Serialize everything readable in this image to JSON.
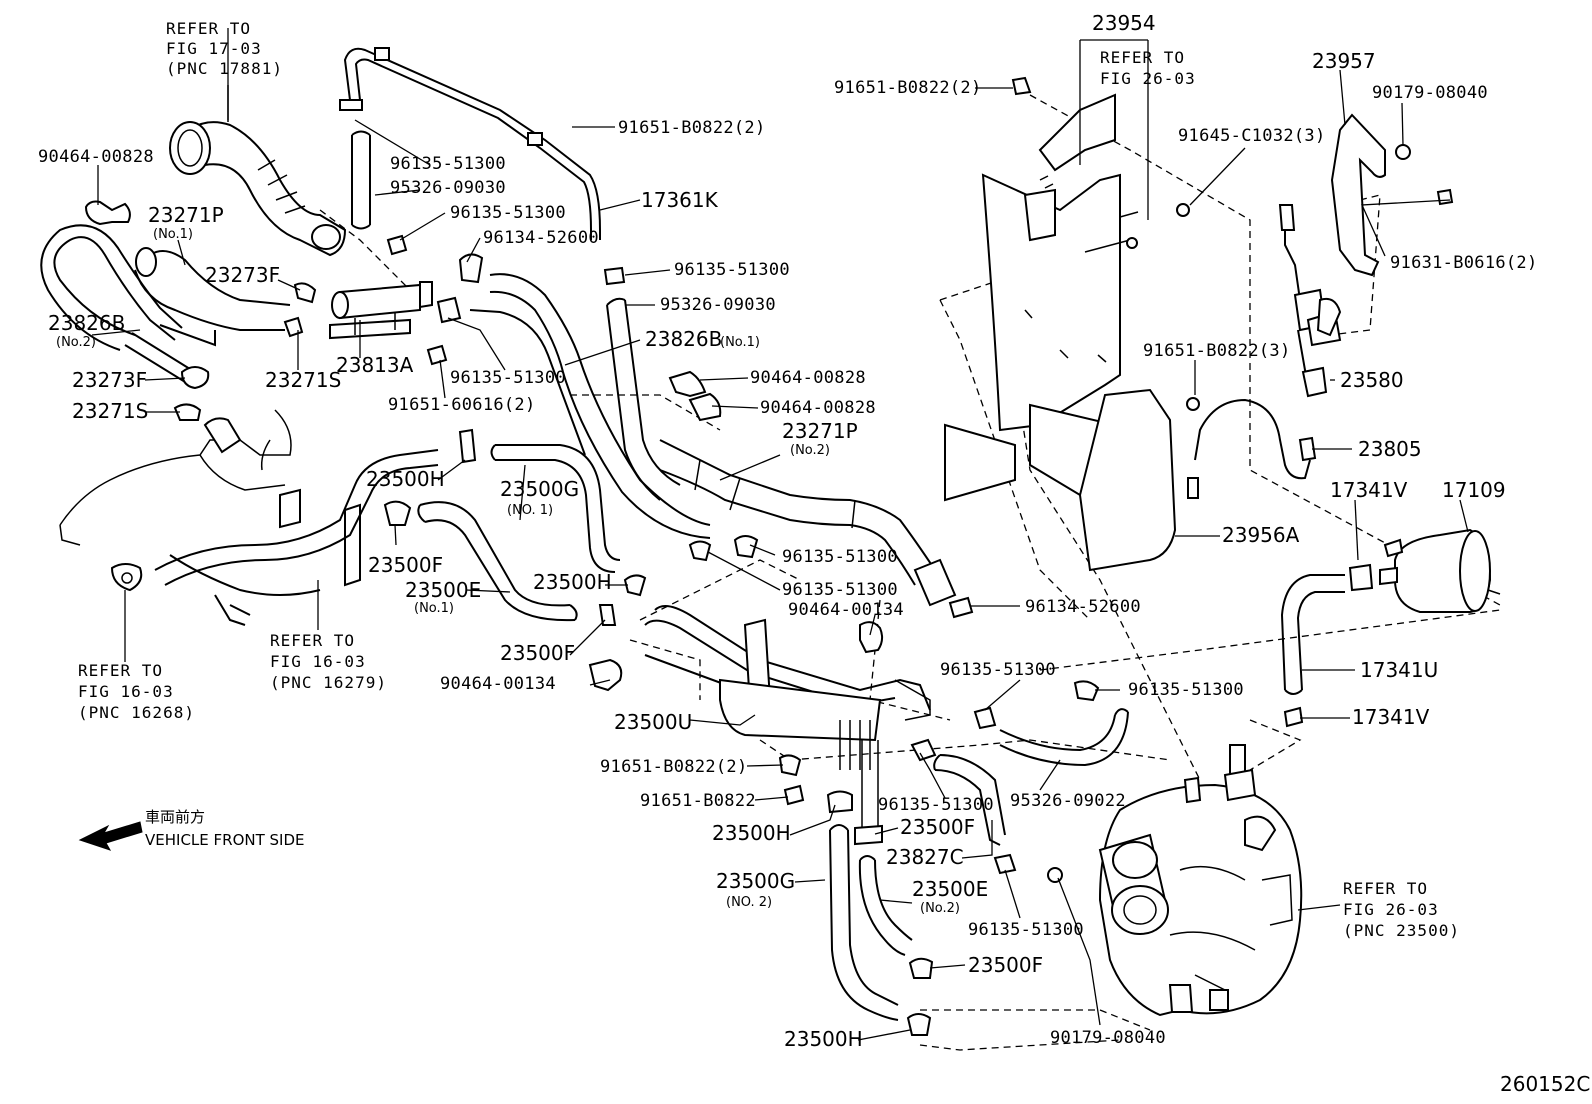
{
  "diagram": {
    "code": "260152C",
    "front": {
      "jp": "車両前方",
      "en": "VEHICLE FRONT SIDE"
    },
    "refs": {
      "r1": [
        "REFER TO",
        "FIG 17-03",
        "(PNC 17881)"
      ],
      "r2": [
        "REFER TO",
        "FIG 26-03"
      ],
      "r3": [
        "REFER TO",
        "FIG 16-03",
        "(PNC 16279)"
      ],
      "r4": [
        "REFER TO",
        "FIG 16-03",
        "(PNC 16268)"
      ],
      "r5": [
        "REFER TO",
        "FIG 26-03",
        "(PNC 23500)"
      ]
    },
    "parts": {
      "p23954": "23954",
      "p23957": "23957",
      "p91651_b0822_2_top": "91651-B0822(2)",
      "p91651_b0822_2_mid": "91651-B0822(2)",
      "p90179_08040_top": "90179-08040",
      "p91645_c1032_3": "91645-C1032(3)",
      "p91631_b0616_2": "91631-B0616(2)",
      "p91651_b0822_3": "91651-B0822(3)",
      "p23580": "23580",
      "p23805": "23805",
      "p17341v_top": "17341V",
      "p17109": "17109",
      "p23956a": "23956A",
      "p96134_52600_r": "96134-52600",
      "p17341u": "17341U",
      "p17341v_bot": "17341V",
      "p96135_51300_r1": "96135-51300",
      "p96135_51300_r2": "96135-51300",
      "p95326_09022": "95326-09022",
      "p90179_08040_bot": "90179-08040",
      "p96135_51300_top": "96135-51300",
      "p95326_09030_top": "95326-09030",
      "p96135_51300_top2": "96135-51300",
      "p96134_52600_top": "96134-52600",
      "p17361k": "17361K",
      "p96135_51300_m1": "96135-51300",
      "p95326_09030_m": "95326-09030",
      "p23826b_no1": "23826B",
      "p23826b_no1_sub": "(No.1)",
      "p96135_51300_m2": "96135-51300",
      "p91651_60616_2": "91651-60616(2)",
      "p90464_00828_m1": "90464-00828",
      "p90464_00828_m2": "90464-00828",
      "p23271p_no2": "23271P",
      "p23271p_no2_sub": "(No.2)",
      "p90464_00828_l": "90464-00828",
      "p23271p_no1": "23271P",
      "p23271p_no1_sub": "(No.1)",
      "p23273f_1": "23273F",
      "p23826b_no2": "23826B",
      "p23826b_no2_sub": "(No.2)",
      "p23813a": "23813A",
      "p23273f_2": "23273F",
      "p23271s_1": "23271S",
      "p23271s_2": "23271S",
      "p23500h_1": "23500H",
      "p23500g_no1": "23500G",
      "p23500g_no1_sub": "(NO. 1)",
      "p23500f_1": "23500F",
      "p23500e_no1": "23500E",
      "p23500e_no1_sub": "(No.1)",
      "p23500h_2": "23500H",
      "p23500f_2": "23500F",
      "p96135_51300_c1": "96135-51300",
      "p96135_51300_c2": "96135-51300",
      "p90464_00134_c": "90464-00134",
      "p90464_00134_l": "90464-00134",
      "p23500u": "23500U",
      "p91651_b0822_2_b": "91651-B0822(2)",
      "p91651_b0822_b": "91651-B0822",
      "p96135_51300_b1": "96135-51300",
      "p23500h_3": "23500H",
      "p23500f_3": "23500F",
      "p23827c": "23827C",
      "p23500g_no2": "23500G",
      "p23500g_no2_sub": "(NO. 2)",
      "p23500e_no2": "23500E",
      "p23500e_no2_sub": "(No.2)",
      "p96135_51300_b2": "96135-51300",
      "p23500f_4": "23500F",
      "p23500h_4": "23500H"
    }
  }
}
